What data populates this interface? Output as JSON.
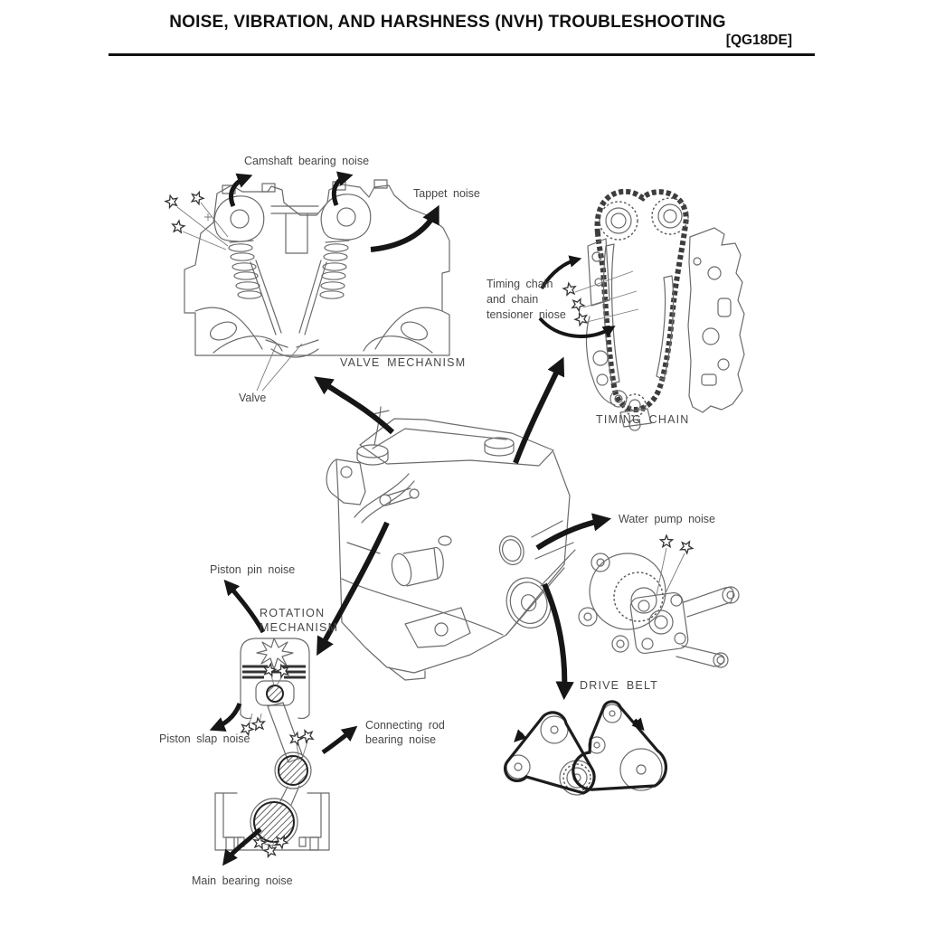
{
  "header": {
    "title": "NOISE, VIBRATION, AND HARSHNESS (NVH) TROUBLESHOOTING",
    "engine_code": "[QG18DE]"
  },
  "labels": {
    "camshaft_bearing_noise": "Camshaft bearing noise",
    "tappet_noise": "Tappet noise",
    "valve_mechanism": "VALVE MECHANISM",
    "valve": "Valve",
    "timing_chain_note": "Timing chain\nand chain\ntensioner niose",
    "timing_chain": "TIMING CHAIN",
    "water_pump_noise": "Water pump noise",
    "drive_belt": "DRIVE BELT",
    "piston_pin_noise": "Piston pin noise",
    "rotation_mechanism": "ROTATION\nMECHANISM",
    "piston_slap_noise": "Piston slap noise",
    "connecting_rod_bearing_noise": "Connecting rod\nbearing noise",
    "main_bearing_noise": "Main bearing noise"
  },
  "icons": {
    "noise_marker": "star-icon",
    "pointer": "curved-arrow-icon"
  },
  "colors": {
    "ink": "#161616",
    "label_text": "#474747",
    "sketch_line": "#6b6b6b",
    "background": "#ffffff"
  }
}
